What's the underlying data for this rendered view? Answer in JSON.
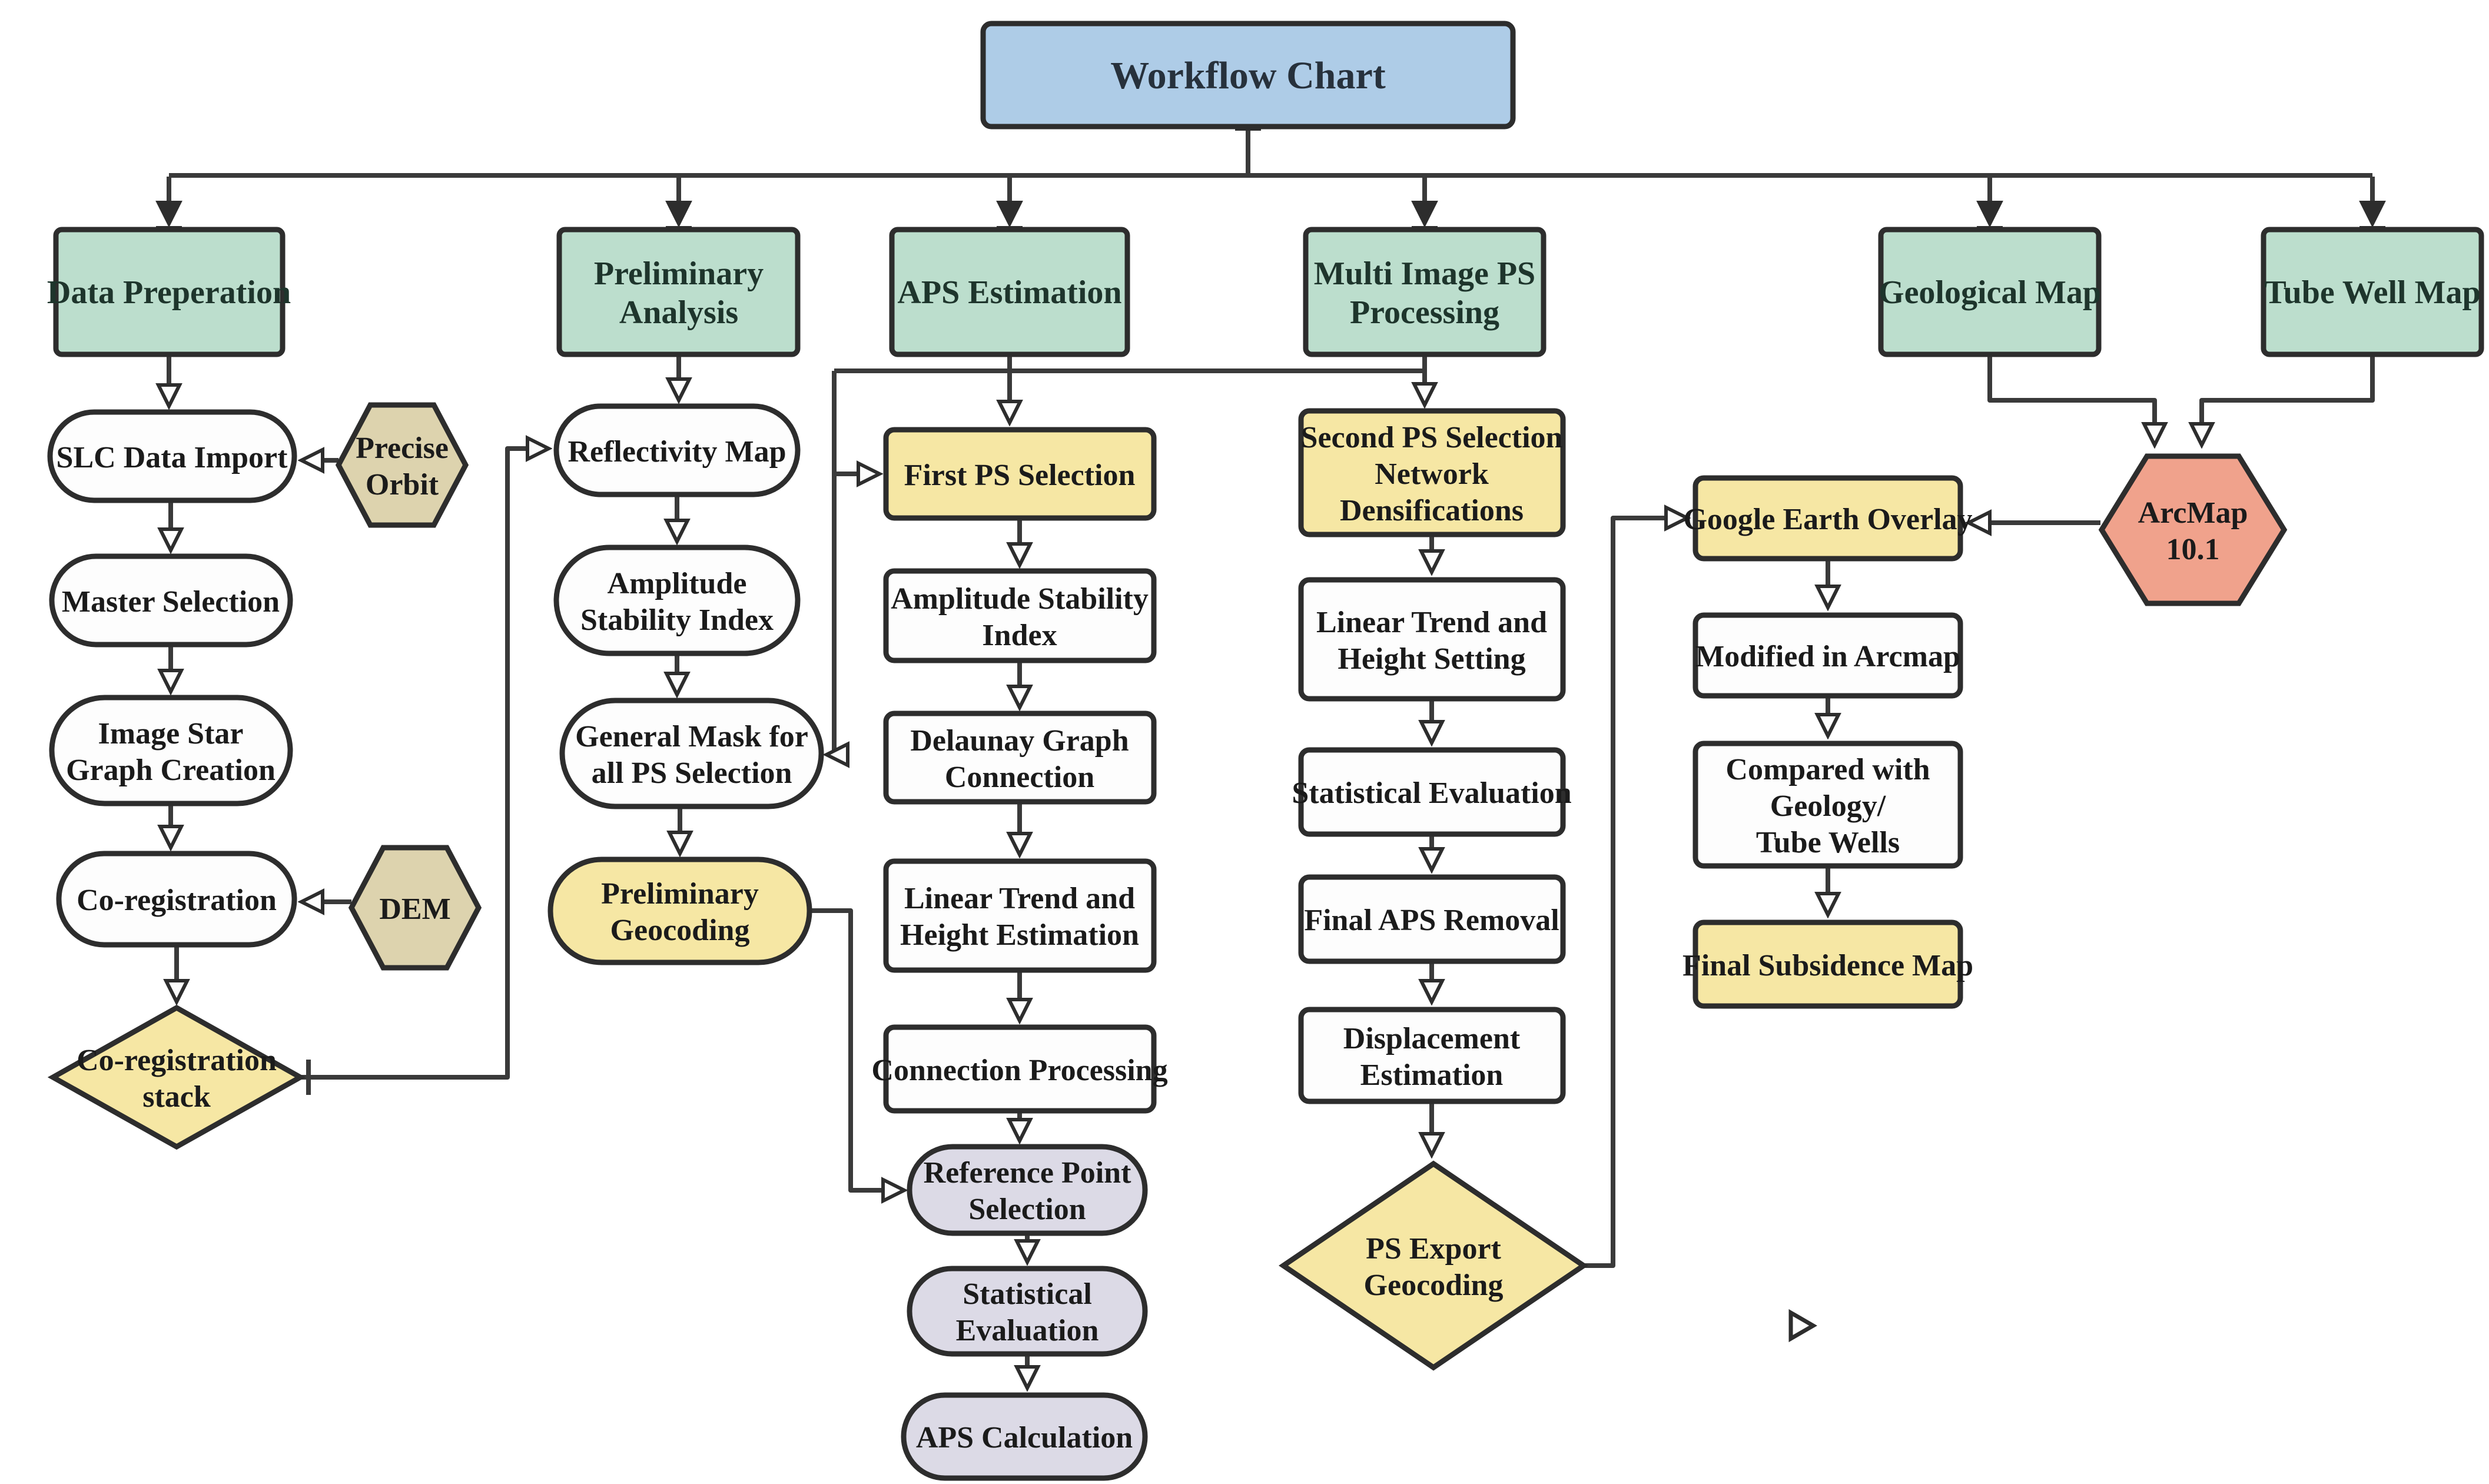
{
  "diagram": {
    "title": "Workflow Chart",
    "headers": {
      "data_preparation": "Data Preperation",
      "preliminary_analysis": [
        "Preliminary",
        "Analysis"
      ],
      "aps_estimation": "APS Estimation",
      "multi_image_ps": [
        "Multi Image PS",
        "Processing"
      ],
      "geological_map": "Geological Map",
      "tube_well_map": "Tube Well Map"
    },
    "data_prep_column": {
      "slc_data_import": "SLC Data Import",
      "precise_orbit": [
        "Precise",
        "Orbit"
      ],
      "master_selection": "Master Selection",
      "image_star": [
        "Image Star",
        "Graph Creation"
      ],
      "co_registration": "Co-registration",
      "dem": "DEM",
      "co_registration_stack": [
        "Co-registration",
        "stack"
      ]
    },
    "preliminary_column": {
      "reflectivity_map": "Reflectivity Map",
      "amplitude_stability_index": [
        "Amplitude",
        "Stability Index"
      ],
      "general_mask": [
        "General Mask for",
        "all PS Selection"
      ],
      "preliminary_geocoding": [
        "Preliminary",
        "Geocoding"
      ]
    },
    "aps_column": {
      "first_ps_selection": "First PS Selection",
      "amplitude_stability_index": [
        "Amplitude Stability",
        "Index"
      ],
      "delaunay_graph": [
        "Delaunay Graph",
        "Connection"
      ],
      "linear_trend_height_estimation": [
        "Linear Trend and",
        "Height Estimation"
      ],
      "connection_processing": "Connection Processing",
      "reference_point_selection": [
        "Reference Point",
        "Selection"
      ],
      "statistical_evaluation": [
        "Statistical",
        "Evaluation"
      ],
      "aps_calculation": "APS Calculation"
    },
    "multi_image_column": {
      "second_ps_selection": [
        "Second PS Selection",
        "Network",
        "Densifications"
      ],
      "linear_trend_height_setting": [
        "Linear Trend and",
        "Height Setting"
      ],
      "statistical_evaluation": "Statistical Evaluation",
      "final_aps_removal": "Final APS Removal",
      "displacement_estimation": [
        "Displacement",
        "Estimation"
      ],
      "ps_export_geocoding": [
        "PS Export",
        "Geocoding"
      ]
    },
    "output_column": {
      "google_earth_overlay": "Google Earth Overlay",
      "modified_in_arcmap": "Modified in Arcmap",
      "compared_with": [
        "Compared with",
        "Geology/",
        "Tube Wells"
      ],
      "final_subsidence_map": "Final Subsidence Map",
      "arcmap": [
        "ArcMap",
        "10.1"
      ]
    },
    "colors": {
      "title_fill": "#aecce7",
      "header_fill": "#bcdecd",
      "process_fill": "#fdfdfd",
      "highlight_fill": "#f6e7a4",
      "data_fill": "#ddd3ae",
      "software_fill": "#f0a28c",
      "result_fill": "#dcdae6",
      "line": "#3a3a3a",
      "text": "#1b1b1b"
    }
  }
}
